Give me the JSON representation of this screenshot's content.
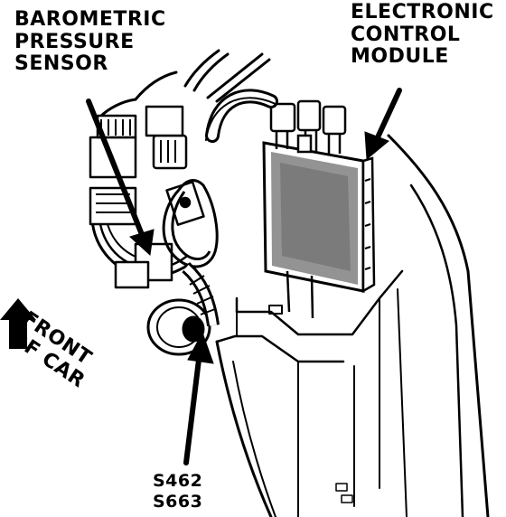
{
  "labels": {
    "baro_sensor": [
      "BAROMETRIC",
      "PRESSURE",
      "SENSOR"
    ],
    "ecm": [
      "ELECTRONIC",
      "CONTROL",
      "MODULE"
    ],
    "splices": [
      "S462",
      "S663"
    ],
    "front": [
      "FRONT",
      "OF CAR"
    ]
  },
  "colors": {
    "ink": "#000000",
    "paper": "#ffffff",
    "ecm_stipple": "#3a3a3a"
  }
}
